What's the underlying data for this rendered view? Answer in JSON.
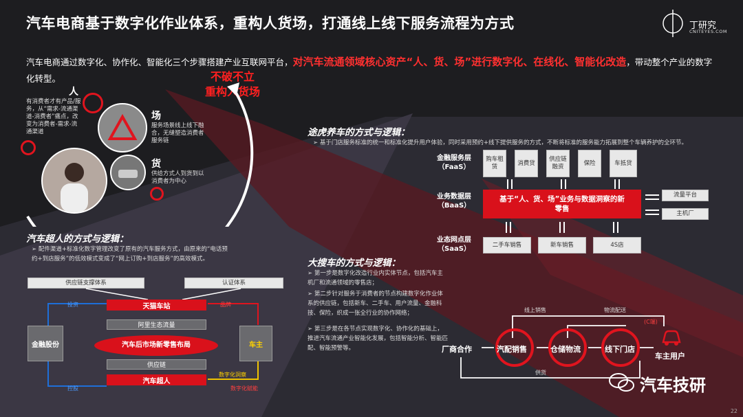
{
  "header": {
    "title": "汽车电商基于数字化作业体系，重构人货场，打通线上线下服务流程为方式",
    "logo_name": "丁研究",
    "logo_sub": "CNITEYES.COM"
  },
  "intro": {
    "part1": "汽车电商通过数字化、协作化、智能化三个步骤搭建产业互联网平台，",
    "highlight": "对汽车流通领域核心资产“人、货、场”进行数字化、在线化、智能化改造",
    "part2": "，带动整个产业的数字化转型。"
  },
  "slogan": {
    "line1": "不破不立",
    "line2": "重构人货场"
  },
  "renhuochang": {
    "ren_label": "人",
    "ren_desc": "有消费者才有产品/服务，从“需求-流通渠道-消费者”痛点，改变为消费者-需求-流通渠道",
    "chang_label": "场",
    "chang_desc": "服务场景线上线下融合，无缝塑造消费者服务链",
    "huo_label": "货",
    "huo_desc": "供给方式人到货到以消费者为中心"
  },
  "tuhu": {
    "title": "途虎养车的方式与逻辑：",
    "bullet": "基于门店服务标准的统一和标准化提升用户体验，同时采用预约+线下提供服务的方式，不断将标准的服务能力拓展到整个车辆养护的全环节。",
    "faas_label": "金融服务层（FaaS）",
    "faas_items": [
      "购车租赁",
      "消费贷",
      "供应链融资",
      "保险",
      "车抵贷"
    ],
    "baas_label": "业务数据层（BaaS）",
    "baas_center": "基于“人、货、场”业务与数据洞察的新零售",
    "baas_right": [
      "流量平台",
      "主机厂"
    ],
    "saas_label": "业态网点层（SaaS）",
    "saas_items": [
      "二手车销售",
      "新车销售",
      "4S店"
    ]
  },
  "chaoren": {
    "title": "汽车超人的方式与逻辑：",
    "bullet": "配件渠道+标准化数字管理改变了原有的汽车服务方式，由原来的“电话预约+到店服务”的低效模式变成了“网上订购+到店服务”的高效模式。",
    "top_boxes": [
      "供应链支撑体系",
      "认证体系"
    ],
    "left_box": "金融股份",
    "right_box": "车主",
    "center": [
      "天猫车站",
      "阿里生态流量",
      "汽车后市场新零售布局",
      "供应链",
      "汽车超人"
    ],
    "left_tags": [
      "投资",
      "控股"
    ],
    "right_tags": [
      "数字化洞察",
      "品牌",
      "数字化赋能"
    ]
  },
  "dasouche": {
    "title": "大搜车的方式与逻辑：",
    "bullets": [
      "第一步是数字化改造行业内实体节点，包括汽车主机厂和流通领域的零售店；",
      "第二步针对服务于消费者的节点构建数字化作业体系的供应链，包括新车、二手车、用户流量、金融科技、保险，织成一张全行业的协作网络；",
      "第三步是在各节点实现数字化、协作化的基础上，推进汽车流通产业智能化发展，包括智能分析、智能匹配、智能预警等。"
    ],
    "flow_nodes": [
      "厂商合作",
      "汽配销售",
      "仓储物流",
      "线下门店",
      "车主用户"
    ],
    "flow_labels": [
      "线上销售",
      "物流配送",
      "供货",
      "(C端)"
    ]
  },
  "watermark": "汽车技研",
  "page_number": "22"
}
